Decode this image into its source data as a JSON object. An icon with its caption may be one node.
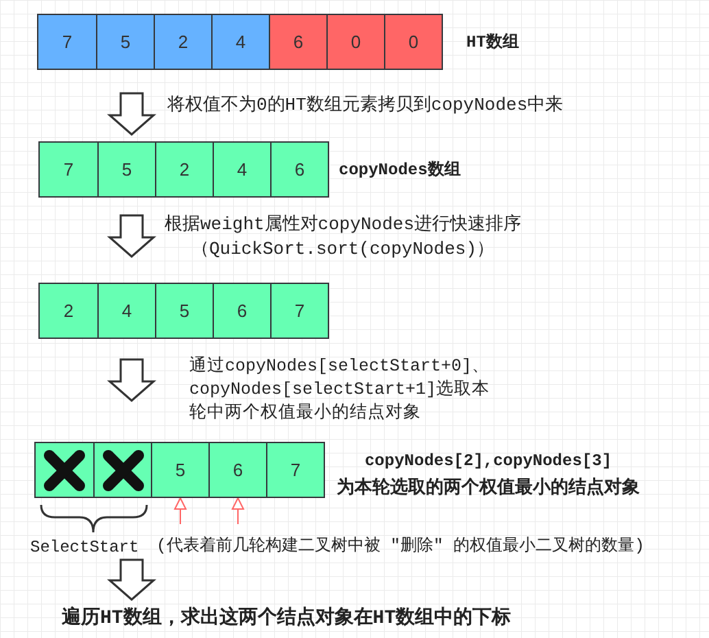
{
  "diagram": {
    "nodes": [
      {
        "text": [],
        "shape": "box",
        "beside": [
          "HT数组"
        ]
      },
      {
        "text": [
          "7"
        ],
        "in": 0
      },
      {
        "text": [
          "5"
        ],
        "in": 0
      },
      {
        "text": [
          "2"
        ],
        "in": 0
      },
      {
        "text": [
          "4"
        ],
        "in": 0
      },
      {
        "text": [
          "6"
        ],
        "in": 0
      },
      {
        "text": [
          "0"
        ],
        "in": 0
      },
      {
        "text": [
          "0"
        ],
        "in": 0
      },
      {
        "text": [],
        "shape": "box",
        "beside": [
          "copyNodes数组"
        ]
      },
      {
        "text": [
          "7"
        ],
        "in": 8
      },
      {
        "text": [
          "5"
        ],
        "in": 8
      },
      {
        "text": [
          "2"
        ],
        "in": 8
      },
      {
        "text": [
          "4"
        ],
        "in": 8
      },
      {
        "text": [
          "6"
        ],
        "in": 8
      },
      {
        "text": [],
        "shape": "box"
      },
      {
        "text": [
          "2"
        ],
        "in": 14
      },
      {
        "text": [
          "4"
        ],
        "in": 14
      },
      {
        "text": [
          "5"
        ],
        "in": 14
      },
      {
        "text": [
          "6"
        ],
        "in": 14
      },
      {
        "text": [
          "7"
        ],
        "in": 14
      },
      {
        "text": [],
        "shape": "box",
        "beside": [
          "copyNodes[2],copyNodes[3]",
          "为本轮选取的两个权值最小的结点对象"
        ]
      },
      {
        "text": [],
        "shape": "cross",
        "in": 20
      },
      {
        "text": [],
        "shape": "cross",
        "in": 20
      },
      {
        "text": [
          "5"
        ],
        "in": 20
      },
      {
        "text": [
          "6"
        ],
        "in": 20
      },
      {
        "text": [
          "7"
        ],
        "in": 20
      },
      {
        "text": [
          "SelectStart"
        ],
        "beside": [
          "(代表着前几轮构建二叉树中被 \"删除\" 的权值最小二叉树的数量)"
        ]
      },
      {
        "text": [
          "遍历HT数组，求出这两个结点对象在HT数组中的下标"
        ]
      }
    ],
    "edges": [
      {
        "from": 0,
        "to": 8,
        "arrow": "to",
        "label": "将权值不为0的HT数组元素拷贝到copyNodes中来"
      },
      {
        "from": 8,
        "to": 14,
        "arrow": "to",
        "label": "根据weight属性对copyNodes进行快速排序（QuickSort.sort(copyNodes)）"
      },
      {
        "from": 14,
        "to": 20,
        "arrow": "to",
        "label": "通过copyNodes[selectStart+0]、copyNodes[selectStart+1]选取本轮中两个权值最小的结点对象"
      },
      {
        "from": 26,
        "to": 23,
        "arrow": "to",
        "color": "#ff6666"
      },
      {
        "from": 26,
        "to": 24,
        "arrow": "to",
        "color": "#ff6666"
      },
      {
        "from": 26,
        "to": 27,
        "arrow": "to"
      }
    ]
  }
}
